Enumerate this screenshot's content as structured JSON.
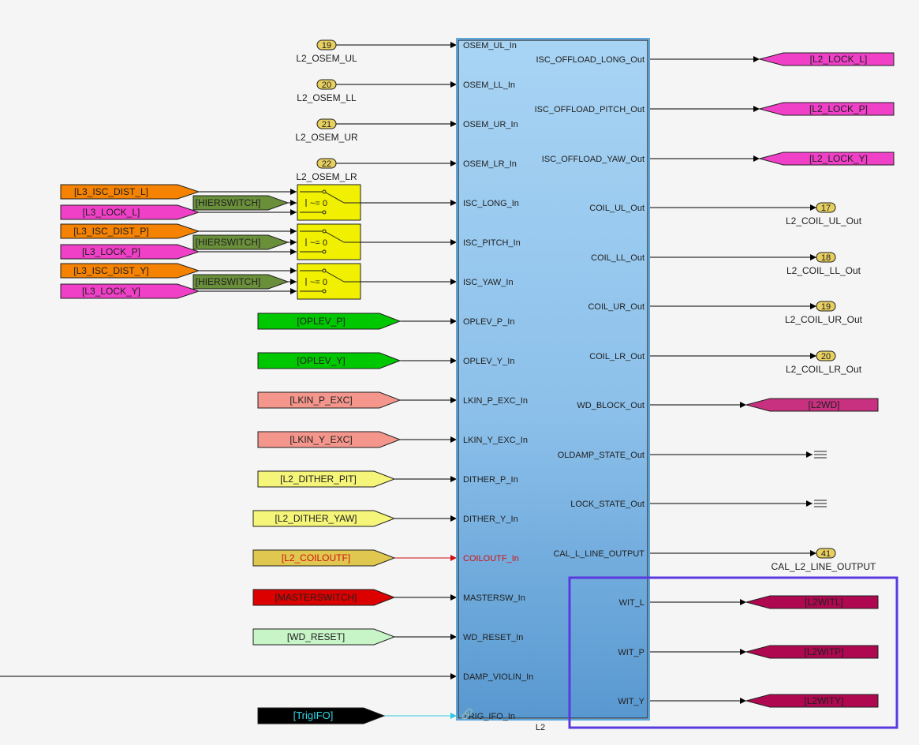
{
  "block": {
    "name": "L2",
    "inputs": [
      "OSEM_UL_In",
      "OSEM_LL_In",
      "OSEM_UR_In",
      "OSEM_LR_In",
      "ISC_LONG_In",
      "ISC_PITCH_In",
      "ISC_YAW_In",
      "OPLEV_P_In",
      "OPLEV_Y_In",
      "LKIN_P_EXC_In",
      "LKIN_Y_EXC_In",
      "DITHER_P_In",
      "DITHER_Y_In",
      "COILOUTF_In",
      "MASTERSW_In",
      "WD_RESET_In",
      "DAMP_VIOLIN_In",
      "TRIG_IFO_In"
    ],
    "outputs": [
      "ISC_OFFLOAD_LONG_Out",
      "ISC_OFFLOAD_PITCH_Out",
      "ISC_OFFLOAD_YAW_Out",
      "COIL_UL_Out",
      "COIL_LL_Out",
      "COIL_UR_Out",
      "COIL_LR_Out",
      "WD_BLOCK_Out",
      "OLDAMP_STATE_Out",
      "LOCK_STATE_Out",
      "CAL_L_LINE_OUTPUT",
      "WIT_L",
      "WIT_P",
      "WIT_Y"
    ]
  },
  "inports": [
    {
      "num": "19",
      "label": "L2_OSEM_UL"
    },
    {
      "num": "20",
      "label": "L2_OSEM_LL"
    },
    {
      "num": "21",
      "label": "L2_OSEM_UR"
    },
    {
      "num": "22",
      "label": "L2_OSEM_LR"
    }
  ],
  "switches": [
    {
      "dist": "[L3_ISC_DIST_L]",
      "lock": "[L3_LOCK_L]",
      "hier": "[HIERSWITCH]",
      "cond": "~= 0"
    },
    {
      "dist": "[L3_ISC_DIST_P]",
      "lock": "[L3_LOCK_P]",
      "hier": "[HIERSWITCH]",
      "cond": "~= 0"
    },
    {
      "dist": "[L3_ISC_DIST_Y]",
      "lock": "[L3_LOCK_Y]",
      "hier": "[HIERSWITCH]",
      "cond": "~= 0"
    }
  ],
  "froms": [
    {
      "label": "[OPLEV_P]",
      "fill": "#00c800",
      "text": "#202020"
    },
    {
      "label": "[OPLEV_Y]",
      "fill": "#00c800",
      "text": "#202020"
    },
    {
      "label": "[LKIN_P_EXC]",
      "fill": "#f4968c",
      "text": "#202020"
    },
    {
      "label": "[LKIN_Y_EXC]",
      "fill": "#f4968c",
      "text": "#202020"
    },
    {
      "label": "[L2_DITHER_PIT]",
      "fill": "#f5f57a",
      "text": "#202020"
    },
    {
      "label": "[L2_DITHER_YAW]",
      "fill": "#f5f57a",
      "text": "#202020"
    },
    {
      "label": "[L2_COILOUTF]",
      "fill": "#e0c850",
      "text": "#d01010"
    },
    {
      "label": "[MASTERSWITCH]",
      "fill": "#dd0000",
      "text": "#202020"
    },
    {
      "label": "[WD_RESET]",
      "fill": "#c8f5c8",
      "text": "#202020"
    },
    {
      "label": "[TrigIFO]",
      "fill": "#000000",
      "text": "#30d8e8"
    }
  ],
  "gotos": [
    {
      "label": "[L2_LOCK_L]",
      "fill": "#f040c8"
    },
    {
      "label": "[L2_LOCK_P]",
      "fill": "#f040c8"
    },
    {
      "label": "[L2_LOCK_Y]",
      "fill": "#f040c8"
    },
    {
      "label": "[L2WD]",
      "fill": "#c83080"
    },
    {
      "label": "[L2WITL]",
      "fill": "#b00850"
    },
    {
      "label": "[L2WITP]",
      "fill": "#b00850"
    },
    {
      "label": "[L2WITY]",
      "fill": "#b00850"
    }
  ],
  "outports": [
    {
      "num": "17",
      "label": "L2_COIL_UL_Out"
    },
    {
      "num": "18",
      "label": "L2_COIL_LL_Out"
    },
    {
      "num": "19",
      "label": "L2_COIL_UR_Out"
    },
    {
      "num": "20",
      "label": "L2_COIL_LR_Out"
    },
    {
      "num": "41",
      "label": "CAL_L2_LINE_OUTPUT"
    }
  ],
  "colors": {
    "block_top": "#a8d4f4",
    "block_bottom": "#5898d0",
    "block_border": "#5aa8e0",
    "switch": "#f0f000",
    "hier": "#6a8f3a",
    "dist": "#f58200",
    "lock": "#f040c8",
    "port": "#e8d060",
    "highlight": "#5a3ae0"
  }
}
